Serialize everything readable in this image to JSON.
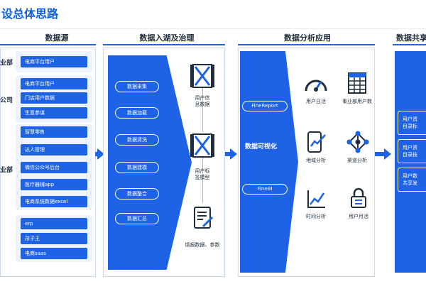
{
  "page": {
    "title": "设总体思路"
  },
  "columns": {
    "sources": {
      "title": "数据源",
      "groups": [
        {
          "dept": "业部",
          "items": [
            "电商平台用户"
          ]
        },
        {
          "dept": "公司",
          "items": [
            "电商平台用户",
            "门店用户数据",
            "生意参谋"
          ]
        },
        {
          "dept": "业部",
          "items": [
            "智慧零售",
            "达人管理",
            "微信公众号后台",
            "医疗器械app",
            "电商系统数据excel"
          ]
        },
        {
          "dept": "",
          "items": [
            "erp",
            "孩子王",
            "电商saas"
          ]
        }
      ]
    },
    "ingest": {
      "title": "数据入湖及治理",
      "steps": [
        "数据采集",
        "数据加载",
        "数据清洗",
        "数据建模",
        "数据整合",
        "数据汇总"
      ],
      "outputs": [
        {
          "icon": "film-x-icon",
          "label_line1": "用户信",
          "label_line2": "息数据"
        },
        {
          "icon": "film-x-icon",
          "label_line1": "用户标",
          "label_line2": "签模型"
        },
        {
          "icon": "form-pen-icon",
          "label_line1": "填报数据、参数",
          "label_line2": ""
        }
      ]
    },
    "analysis": {
      "title": "数据分析应用",
      "center": "数据可视化",
      "tools": [
        "FineReport",
        "FineBI"
      ],
      "apps": [
        {
          "icon": "gauge-icon",
          "label": "用户日活"
        },
        {
          "icon": "table-grid-icon",
          "label": "事业部用户数"
        },
        {
          "icon": "phone-chart-icon",
          "label": "地域分析"
        },
        {
          "icon": "network-icon",
          "label": "渠道分析"
        },
        {
          "icon": "trend-chart-icon",
          "label": "时间分析"
        },
        {
          "icon": "lock-icon",
          "label": "用户月活"
        }
      ]
    },
    "sharing": {
      "title": "数据共享",
      "items": [
        {
          "line1": "用户资",
          "line2": "目录标"
        },
        {
          "line1": "用户资",
          "line2": "目录技"
        },
        {
          "line1": "用户数",
          "line2": "共享发"
        }
      ]
    }
  },
  "colors": {
    "primary": "#1e62e6",
    "title": "#0b5ed7",
    "panel_border": "#c9d8f4",
    "group_bg": "#eef4ff"
  }
}
